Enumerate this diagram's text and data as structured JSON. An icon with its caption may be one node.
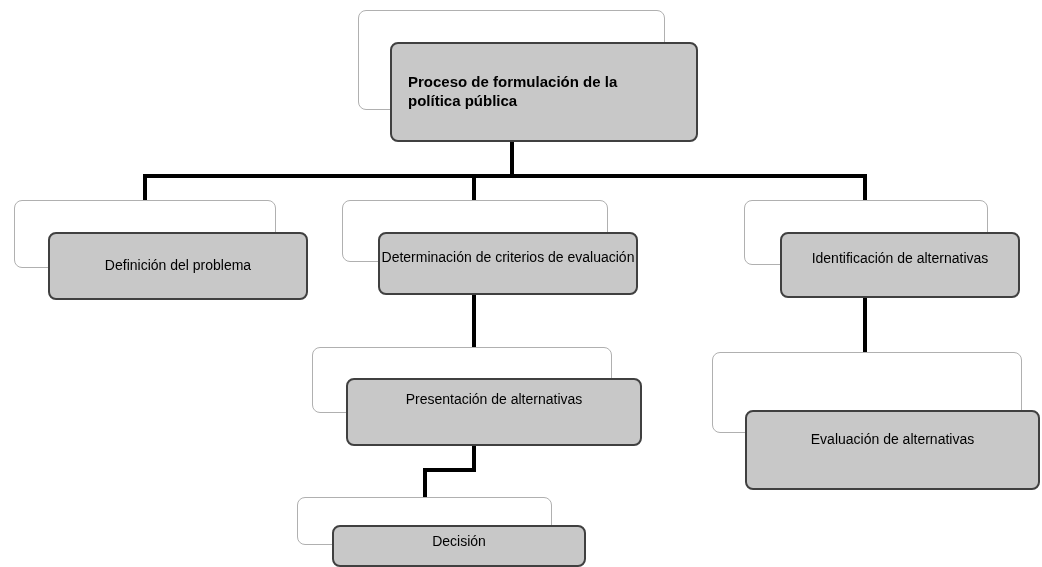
{
  "diagram": {
    "nodes": [
      {
        "text": [
          "Proceso de formulación de la política pública"
        ]
      },
      {
        "text": [
          "Definición del problema"
        ]
      },
      {
        "text": [
          "Determinación de criterios de evaluación"
        ]
      },
      {
        "text": [
          "Identificación de alternativas"
        ]
      },
      {
        "text": [
          "Presentación de alternativas"
        ]
      },
      {
        "text": [
          "Evaluación de alternativas"
        ]
      },
      {
        "text": [
          "Decisión"
        ]
      }
    ],
    "edges": [
      {
        "from": 0,
        "to": 1,
        "arrow": "none"
      },
      {
        "from": 0,
        "to": 2,
        "arrow": "none"
      },
      {
        "from": 0,
        "to": 3,
        "arrow": "none"
      },
      {
        "from": 2,
        "to": 4,
        "arrow": "none"
      },
      {
        "from": 3,
        "to": 5,
        "arrow": "none"
      },
      {
        "from": 4,
        "to": 6,
        "arrow": "none"
      }
    ]
  }
}
